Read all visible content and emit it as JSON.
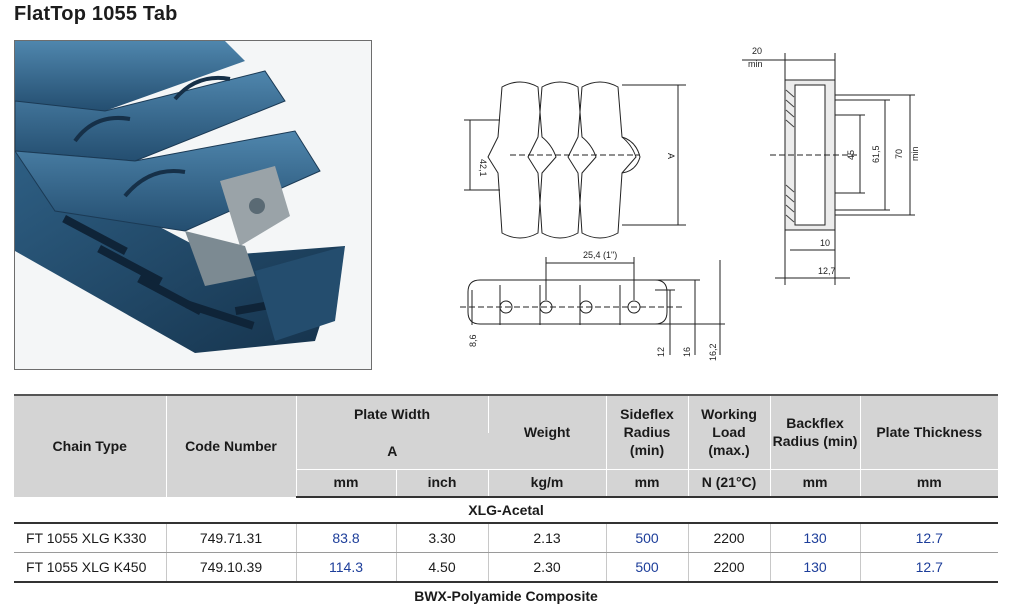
{
  "title": "FlatTop 1055 Tab",
  "drawing_labels": {
    "dim_20": "20",
    "dim_min_top": "min",
    "dim_421": "42,1",
    "dim_A": "A",
    "dim_45": "45",
    "dim_615": "61,5",
    "dim_70": "70",
    "dim_min_right": "min",
    "dim_10": "10",
    "dim_127": "12,7",
    "dim_pitch": "25,4 (1\")",
    "dim_86": "8,6",
    "dim_12": "12",
    "dim_16": "16",
    "dim_162": "16,2"
  },
  "table": {
    "headers": {
      "chain_type": "Chain Type",
      "code_number": "Code Number",
      "plate_width": "Plate Width",
      "plate_width_sub": "A",
      "weight": "Weight",
      "sideflex": "Sideflex Radius (min)",
      "working_load": "Working Load (max.)",
      "backflex": "Backflex Radius (min)",
      "plate_thickness": "Plate Thickness"
    },
    "units": {
      "mm": "mm",
      "inch": "inch",
      "kgm": "kg/m",
      "sideflex": "mm",
      "load": "N (21°C)",
      "backflex": "mm",
      "thickness": "mm"
    },
    "group1": "XLG-Acetal",
    "rows": [
      {
        "chain": "FT 1055 XLG K330",
        "code": "749.71.31",
        "mm": "83.8",
        "inch": "3.30",
        "weight": "2.13",
        "sideflex": "500",
        "load": "2200",
        "backflex": "130",
        "thickness": "12.7"
      },
      {
        "chain": "FT 1055 XLG K450",
        "code": "749.10.39",
        "mm": "114.3",
        "inch": "4.50",
        "weight": "2.30",
        "sideflex": "500",
        "load": "2200",
        "backflex": "130",
        "thickness": "12.7"
      }
    ],
    "group2": "BWX-Polyamide Composite"
  },
  "colors": {
    "chain_blue": "#2c5f86",
    "chain_dark": "#1c3c58",
    "header_grey": "#d4d4d4",
    "unit_blue": "#1d3e9a"
  }
}
